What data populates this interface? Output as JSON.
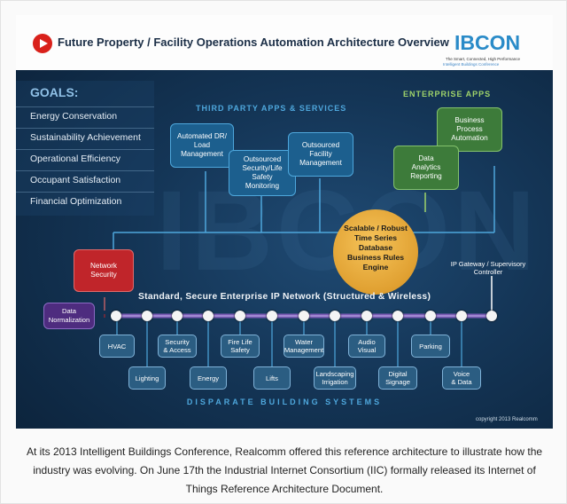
{
  "header": {
    "title": "Future Property / Facility Operations Automation Architecture Overview",
    "logo_text": "IBCON",
    "logo_tagline_1": "The Smart, Connected, High Performance",
    "logo_tagline_2": "Intelligent Buildings Conference"
  },
  "watermark": "IBCON",
  "goals": {
    "heading": "GOALS:",
    "items": [
      "Energy Conservation",
      "Sustainability Achievement",
      "Operational Efficiency",
      "Occupant Satisfaction",
      "Financial Optimization"
    ]
  },
  "third_party": {
    "heading": "THIRD PARTY APPS & SERVICES",
    "boxes": [
      "Automated DR/\nLoad\nManagement",
      "Outsourced\nSecurity/Life\nSafety\nMonitoring",
      "Outsourced\nFacility\nManagement"
    ]
  },
  "enterprise": {
    "heading": "ENTERPRISE APPS",
    "boxes": [
      "Business\nProcess\nAutomation",
      "Data\nAnalytics\nReporting"
    ]
  },
  "database": "Scalable / Robust\nTime Series\nDatabase\nBusiness Rules\nEngine",
  "network_security": "Network\nSecurity",
  "data_normalization": "Data\nNormalization",
  "network_label": "Standard, Secure Enterprise IP Network (Structured & Wireless)",
  "gateway": "IP Gateway / Supervisory\nController",
  "systems": [
    "HVAC",
    "Lighting",
    "Security\n& Access",
    "Energy",
    "Fire Life\nSafety",
    "Lifts",
    "Water\nManagement",
    "Landscaping\nIrrigation",
    "Audio\nVisual",
    "Digital\nSignage",
    "Parking",
    "Voice\n& Data"
  ],
  "footer_band": "DISPARATE BUILDING SYSTEMS",
  "copyright": "copyright 2013 Realcomm",
  "caption": "At its 2013 Intelligent Buildings Conference, Realcomm offered this reference architecture to illustrate how the industry was evolving. On June 17th the Industrial Internet Consortium (IIC) formally released its Internet of Things Reference Architecture Document.",
  "colors": {
    "background": "#143556",
    "accent_blue": "#4ea7dc",
    "enterprise_green": "#9fd36a",
    "network_line": "#7b5bb5",
    "database": "#e0a031"
  }
}
